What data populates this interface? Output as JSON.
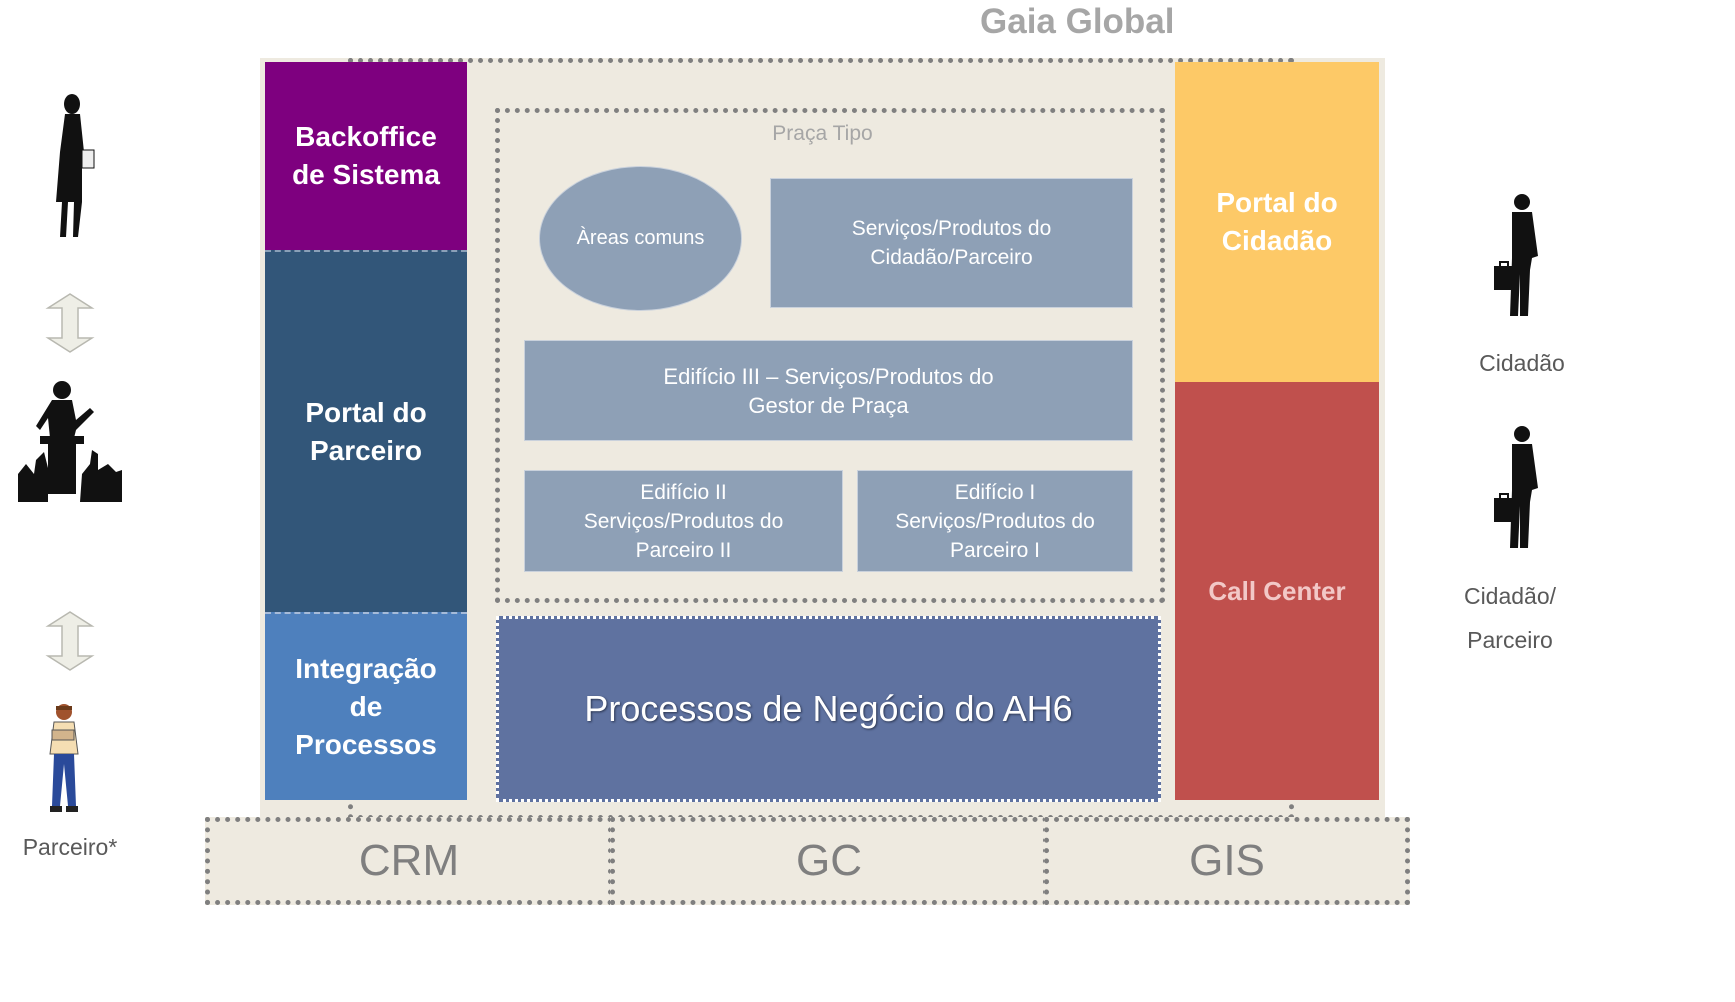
{
  "title": "Gaia Global",
  "left": {
    "backoffice": "Backoffice\nde Sistema",
    "portal_parceiro": "Portal do\nParceiro",
    "integracao": "Integração\nde\nProcessos"
  },
  "right": {
    "portal_cidadao": "Portal do\nCidadão",
    "call_center": "Call Center"
  },
  "praca": {
    "label": "Praça Tipo",
    "areas_comuns": "Àreas comuns",
    "servicos_cidadao": "Serviços/Produtos do\nCidadão/Parceiro",
    "edificio_iii": "Edifício III – Serviços/Produtos do\nGestor de Praça",
    "edificio_ii": "Edifício II\nServiços/Produtos do\nParceiro II",
    "edificio_i": "Edifício I\nServiços/Produtos do\nParceiro I"
  },
  "processos": "Processos de Negócio do AH6",
  "base": {
    "crm": "CRM",
    "gc": "GC",
    "gis": "GIS"
  },
  "people": {
    "parceiro": "Parceiro*",
    "cidadao": "Cidadão",
    "cidadao_parceiro": "Cidadão/\nParceiro"
  },
  "colors": {
    "backoffice": "#7e007f",
    "portal_parceiro": "#325679",
    "integracao": "#4e80bd",
    "portal_cidadao": "#fdc967",
    "call_center": "#c0504d",
    "processos": "#5f72a0",
    "services": "#8ea0b6",
    "canvas": "#eeeae0"
  },
  "icons": [
    "woman-silhouette-icon",
    "speaker-crowd-icon",
    "worker-icon",
    "businessman-icon",
    "double-arrow-icon"
  ]
}
